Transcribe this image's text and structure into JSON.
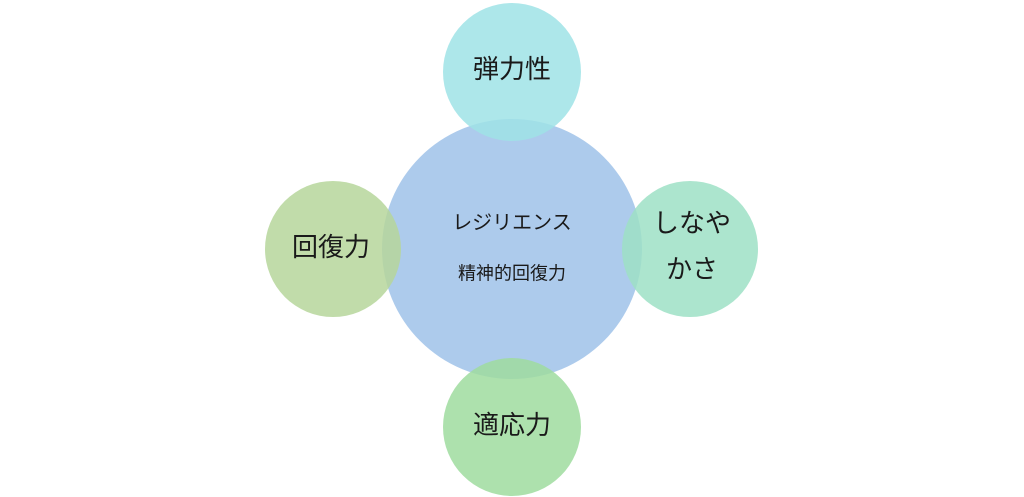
{
  "diagram": {
    "center": {
      "line1": "レジリエンス",
      "line2": "精神的回復力",
      "color": "#a9c8eb"
    },
    "top": {
      "label": "弾力性",
      "color": "#9fe3e6"
    },
    "right": {
      "line1": "しなや",
      "line2": "かさ",
      "color": "#9ee0c6"
    },
    "bottom": {
      "label": "適応力",
      "color": "#9fdc9f"
    },
    "left": {
      "label": "回復力",
      "color": "#b6d69b"
    }
  }
}
